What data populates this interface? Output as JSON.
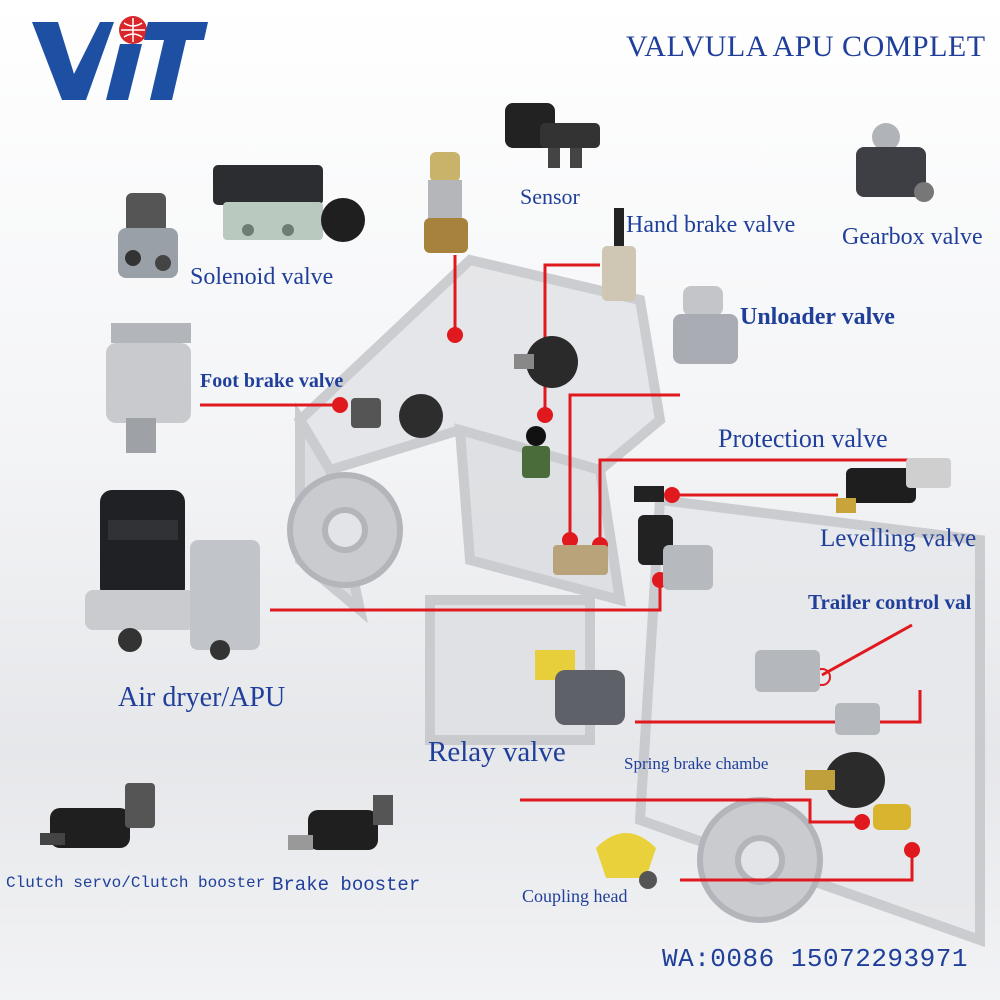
{
  "brand": {
    "logo_text": "VIT"
  },
  "title": "VALVULA APU COMPLET",
  "labels": {
    "sensor": "Sensor",
    "hand_brake": "Hand brake valve",
    "gearbox": "Gearbox valve",
    "solenoid": "Solenoid valve",
    "unloader": "Unloader valve",
    "foot_brake": "Foot brake valve",
    "protection": "Protection valve",
    "levelling": "Levelling valve",
    "trailer_control": "Trailer control val",
    "air_dryer": "Air dryer/APU",
    "relay": "Relay valve",
    "spring_brake": "Spring brake chambe",
    "clutch_servo": "Clutch servo/Clutch booster",
    "brake_booster": "Brake booster",
    "coupling_head": "Coupling head"
  },
  "contact": "WA:0086 15072293971",
  "colors": {
    "label": "#1f3f9a",
    "line": "#e0191f",
    "logo_blue": "#1d4fa3",
    "logo_red": "#d8262b",
    "truck": "#c9cbcf"
  }
}
